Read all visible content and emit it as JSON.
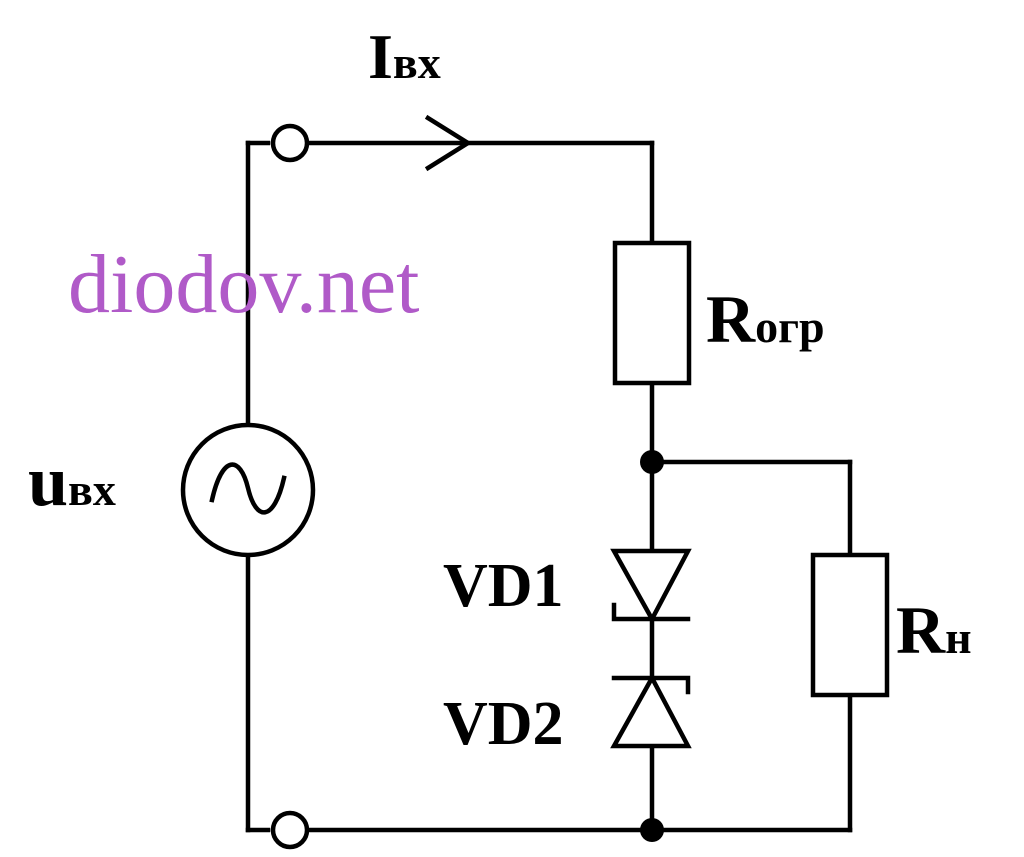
{
  "watermark": "diodov.net",
  "labels": {
    "input_current_main": "I",
    "input_current_sub": "вх",
    "input_voltage_main": "u",
    "input_voltage_sub": "вх",
    "limiting_resistor_main": "R",
    "limiting_resistor_sub": "огр",
    "load_resistor_main": "R",
    "load_resistor_sub": "н",
    "diode1": "VD1",
    "diode2": "VD2"
  },
  "colors": {
    "line": "#000000",
    "background": "#ffffff",
    "watermark": "#b05ac8"
  },
  "icons": {
    "source": "ac-voltage-source-icon",
    "diodes": "zener-diode-icon",
    "resistors": "resistor-icon"
  }
}
